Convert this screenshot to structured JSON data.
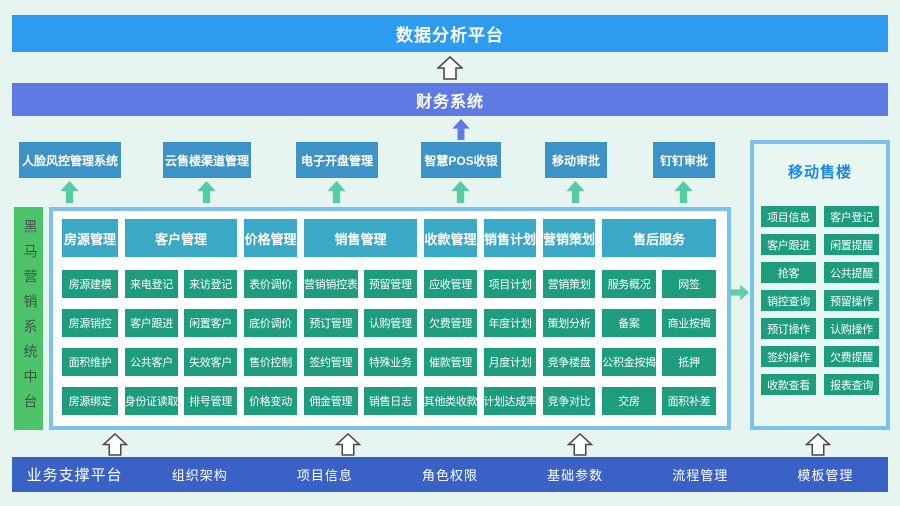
{
  "top_banner": "数据分析平台",
  "finance_banner": "财务系统",
  "external_systems": [
    "人脸风控管理系统",
    "云售楼渠道管理",
    "电子开盘管理",
    "智慧POS收银",
    "移动审批",
    "钉钉审批"
  ],
  "sidebar": "黑马营销系统中台",
  "modules": [
    {
      "header": "房源管理",
      "cells": [
        "房源建模",
        "房源销控",
        "面积维护",
        "房源绑定"
      ]
    },
    {
      "header": "客户管理",
      "cells": [
        "来电登记",
        "来访登记",
        "客户跟进",
        "闲置客户",
        "公共客户",
        "失效客户",
        "身份证读取",
        "排号管理"
      ]
    },
    {
      "header": "价格管理",
      "cells": [
        "表价调价",
        "底价调价",
        "售价控制",
        "价格变动"
      ]
    },
    {
      "header": "销售管理",
      "cells": [
        "营销销控表",
        "预留管理",
        "预订管理",
        "认购管理",
        "签约管理",
        "特殊业务",
        "佣金管理",
        "销售日志"
      ]
    },
    {
      "header": "收款管理",
      "cells": [
        "应收管理",
        "欠费管理",
        "催款管理",
        "其他类收款"
      ]
    },
    {
      "header": "销售计划",
      "cells": [
        "项目计划",
        "年度计划",
        "月度计划",
        "计划达成率"
      ]
    },
    {
      "header": "营销策划",
      "cells": [
        "营销策划",
        "策划分析",
        "竞争楼盘",
        "竞争对比"
      ]
    },
    {
      "header": "售后服务",
      "cells": [
        "服务概况",
        "网签",
        "备案",
        "商业按揭",
        "公积金按揭",
        "抵押",
        "交房",
        "面积补差"
      ]
    }
  ],
  "mobile_panel": {
    "title": "移动售楼",
    "items": [
      "项目信息",
      "客户登记",
      "客户跟进",
      "闲置提醒",
      "抢客",
      "公共提醒",
      "销控查询",
      "预留操作",
      "预订操作",
      "认购操作",
      "签约操作",
      "欠费提醒",
      "收款查看",
      "报表查询"
    ]
  },
  "bottom_banner": [
    "业务支撑平台",
    "组织架构",
    "项目信息",
    "角色权限",
    "基础参数",
    "流程管理",
    "模板管理"
  ],
  "icons": {
    "up_arrow_outline": "hollow up arrow connector",
    "up_arrow_teal": "filled teal up arrow connector",
    "up_arrow_blue": "filled blue up arrow connector",
    "right_arrow_teal": "filled teal right arrow connector"
  },
  "colors": {
    "background": "#E6F5EF",
    "top_banner": "#2D9BF0",
    "finance_banner": "#5F7BE3",
    "external_button": "#3D92C6",
    "module_header": "#3AA9C6",
    "module_cell": "#1E9C7E",
    "sidebar": "#4EC46A",
    "panel_border": "#7CC2EE",
    "panel_title_text": "#1E88E5",
    "bottom_banner": "#3A62C6",
    "teal_arrow": "#57CBA2",
    "blue_arrow": "#5F7BE3"
  }
}
